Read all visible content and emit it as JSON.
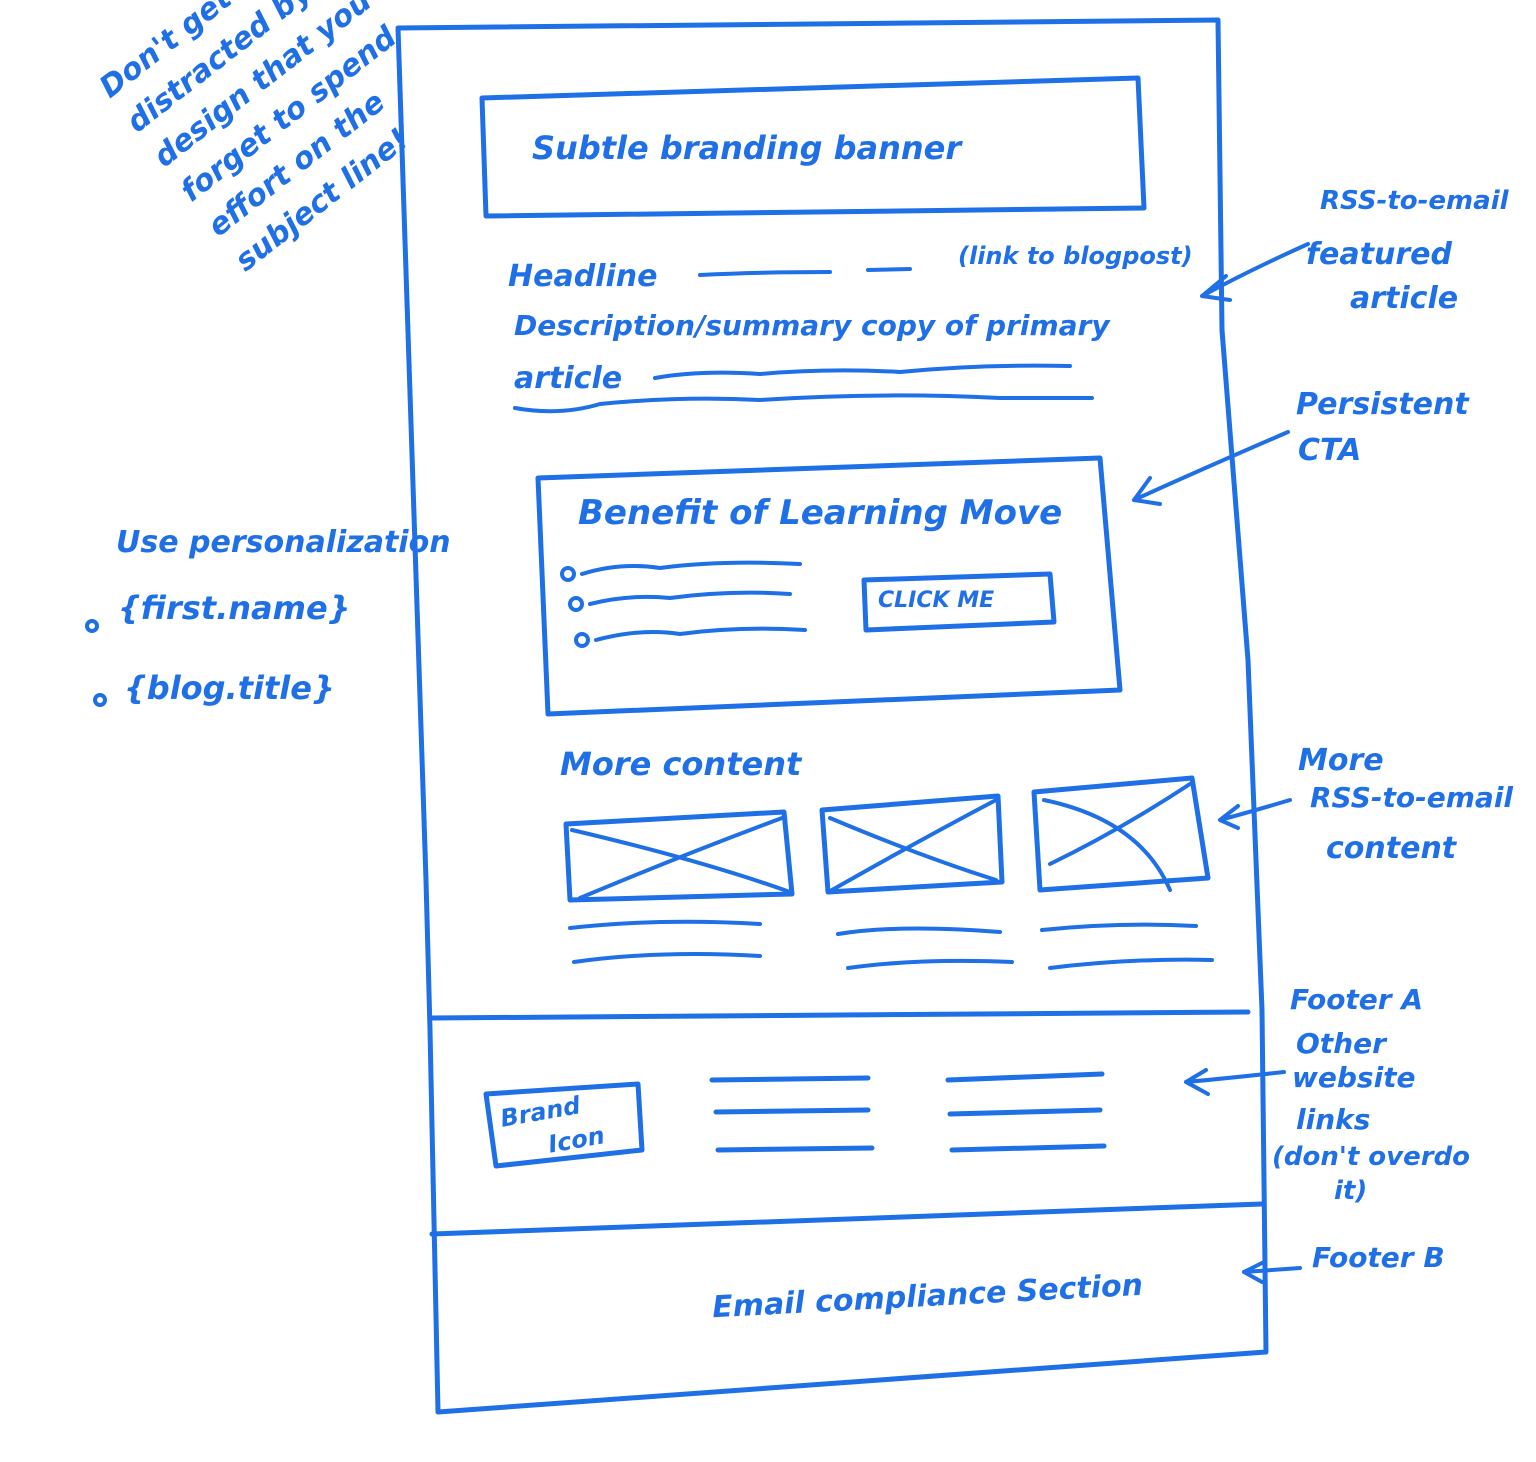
{
  "email_layout": {
    "branding_banner": "Subtle branding banner",
    "headline": "Headline",
    "headline_link_note": "(link to blogpost)",
    "summary_line1": "Description/summary copy of primary",
    "summary_line2": "article",
    "cta_title": "Benefit of Learning Move",
    "cta_button": "CLICK ME",
    "more_content_title": "More content",
    "brand_icon_line1": "Brand",
    "brand_icon_line2": "Icon",
    "compliance": "Email compliance Section"
  },
  "annotations": {
    "subject_note": [
      "Don't get so",
      "distracted by",
      "design that you",
      "forget to spend",
      "effort on the",
      "subject line!"
    ],
    "personalization_title": "Use personalization",
    "personalization_items": [
      "{first.name}",
      "{blog.title}"
    ],
    "rss_featured": [
      "RSS-to-email",
      "featured",
      "article"
    ],
    "persistent_cta": [
      "Persistent",
      "CTA"
    ],
    "more_rss": [
      "More",
      "RSS-to-email",
      "content"
    ],
    "footer_a": [
      "Footer A",
      "Other",
      "website",
      "links",
      "(don't overdo",
      "it)"
    ],
    "footer_b": "Footer B"
  },
  "colors": {
    "ink": "#1f6fe6",
    "background": "#ffffff"
  }
}
